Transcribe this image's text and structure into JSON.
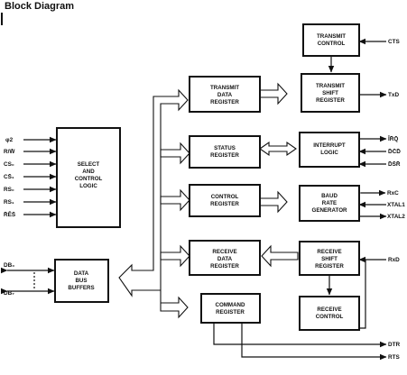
{
  "title": "Block Diagram",
  "blocks": {
    "select_control": [
      "SELECT",
      "AND",
      "CONTROL",
      "LOGIC"
    ],
    "data_bus_buffers": [
      "DATA",
      "BUS",
      "BUFFERS"
    ],
    "transmit_data_register": [
      "TRANSMIT",
      "DATA",
      "REGISTER"
    ],
    "status_register": [
      "STATUS",
      "REGISTER"
    ],
    "control_register": [
      "CONTROL",
      "REGISTER"
    ],
    "receive_data_register": [
      "RECEIVE",
      "DATA",
      "REGISTER"
    ],
    "command_register": [
      "COMMAND",
      "REGISTER"
    ],
    "transmit_control": [
      "TRANSMIT",
      "CONTROL"
    ],
    "transmit_shift_register": [
      "TRANSMIT",
      "SHIFT",
      "REGISTER"
    ],
    "interrupt_logic": [
      "INTERRUPT",
      "LOGIC"
    ],
    "baud_rate_generator": [
      "BAUD",
      "RATE",
      "GENERATOR"
    ],
    "receive_shift_register": [
      "RECEIVE",
      "SHIFT",
      "REGISTER"
    ],
    "receive_control": [
      "RECEIVE",
      "CONTROL"
    ]
  },
  "signals": {
    "phi2": "φ2",
    "r_w": "R/W̄",
    "cs0": "CS₀",
    "cs1": "CS̄₁",
    "rs0": "RS₀",
    "rs1": "RS₁",
    "res": "R̄ĒS̄",
    "db0": "DB₀",
    "db7": "DB₇",
    "cts": "CTS",
    "txd": "TxD",
    "irq": "ĪR̄Q̄",
    "dcd": "D̄C̄D̄",
    "dsr": "D̄S̄R̄",
    "rxc": "RxC",
    "xtal1": "XTAL1",
    "xtal2": "XTAL2",
    "rxd": "RxD",
    "dtr": "DTR",
    "rts": "RTS"
  }
}
